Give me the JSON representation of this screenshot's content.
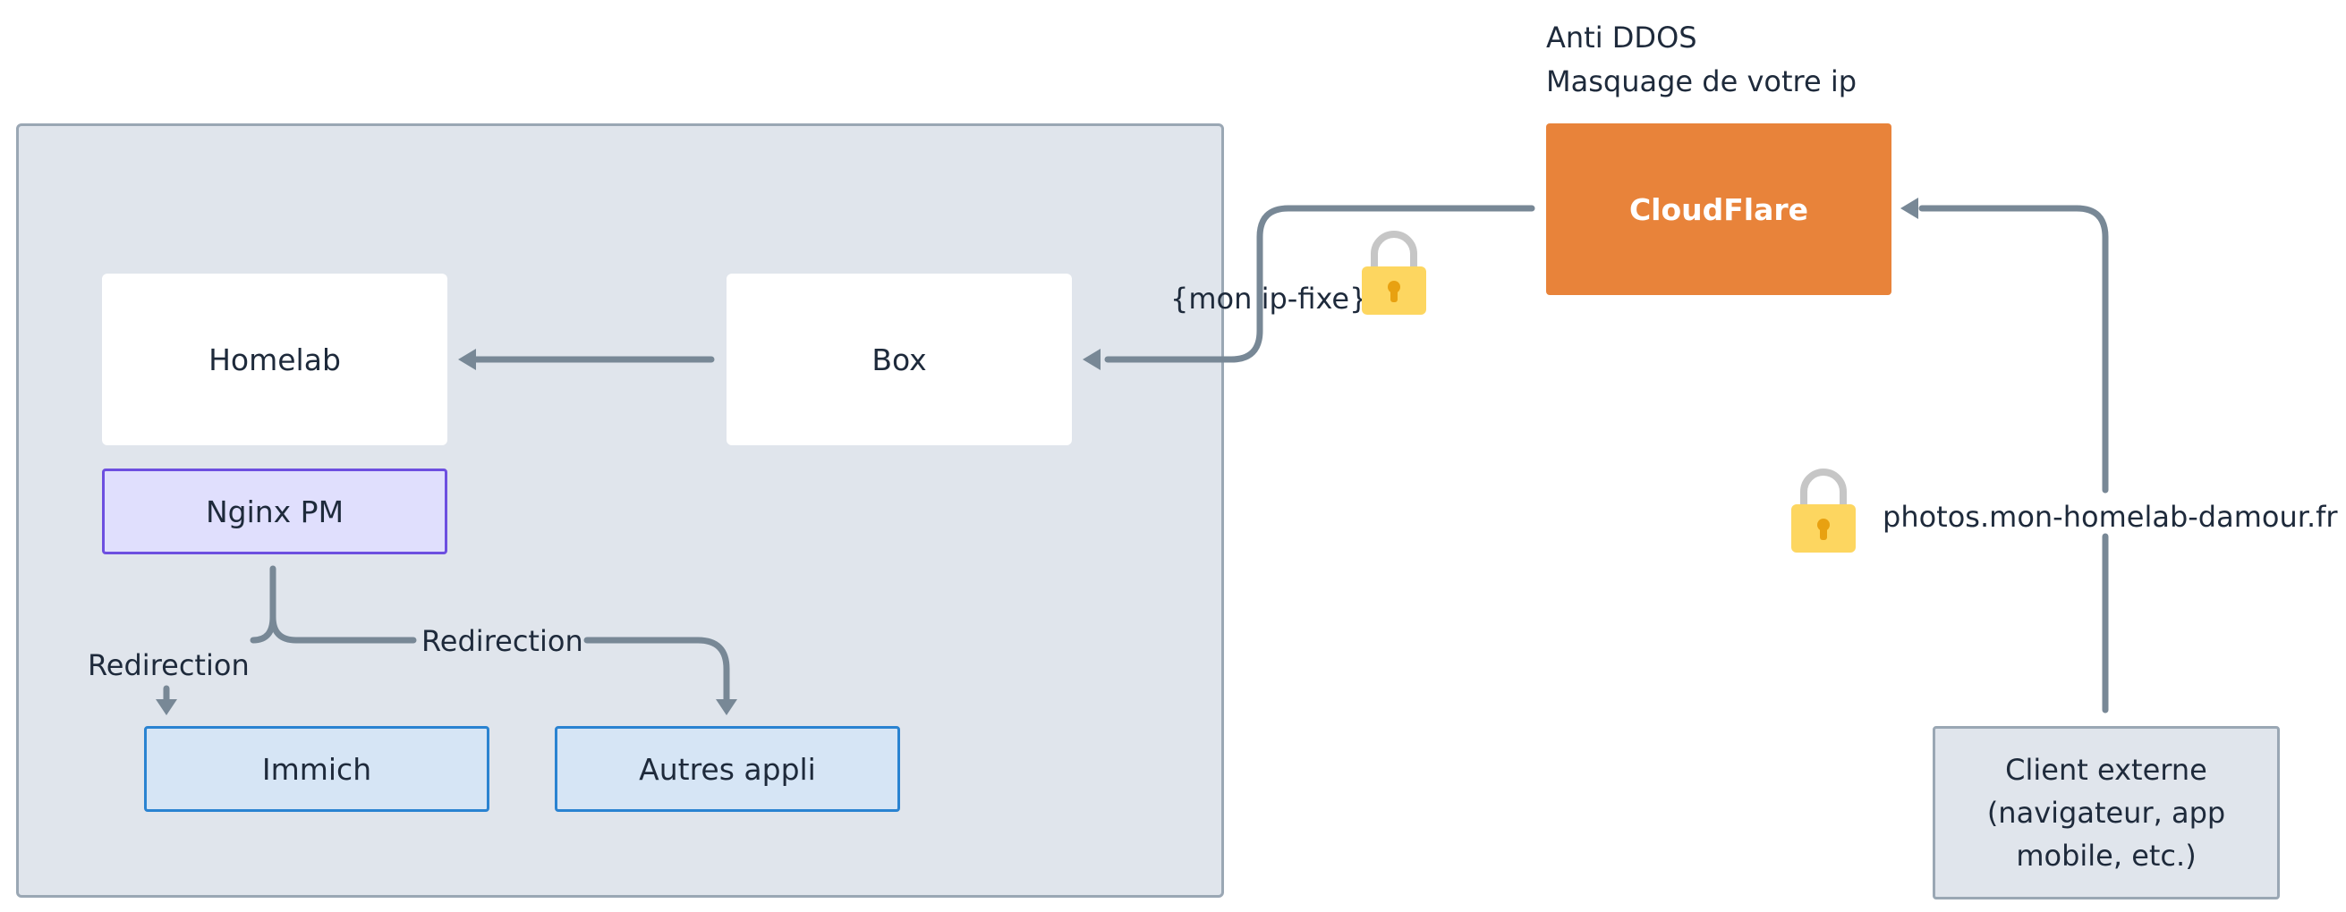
{
  "nodes": {
    "homelab": "Homelab",
    "box": "Box",
    "nginx": "Nginx PM",
    "immich": "Immich",
    "autres": "Autres appli",
    "cloudflare": "CloudFlare",
    "client": "Client externe (navigateur, app mobile, etc.)"
  },
  "labels": {
    "anti_ddos": "Anti DDOS",
    "masquage": "Masquage de votre ip",
    "ip_fixe": "{mon ip-fixe}",
    "domain": "photos.mon-homelab-damour.fr",
    "redirection_left": "Redirection",
    "redirection_right": "Redirection"
  },
  "colors": {
    "edge": "#788896",
    "cloudflare": "#e8833a",
    "lock_body": "#fdd660",
    "lock_shackle": "#c6c6c6",
    "lock_keyhole": "#e8a111"
  },
  "icons": [
    "lock-icon",
    "lock-icon"
  ]
}
